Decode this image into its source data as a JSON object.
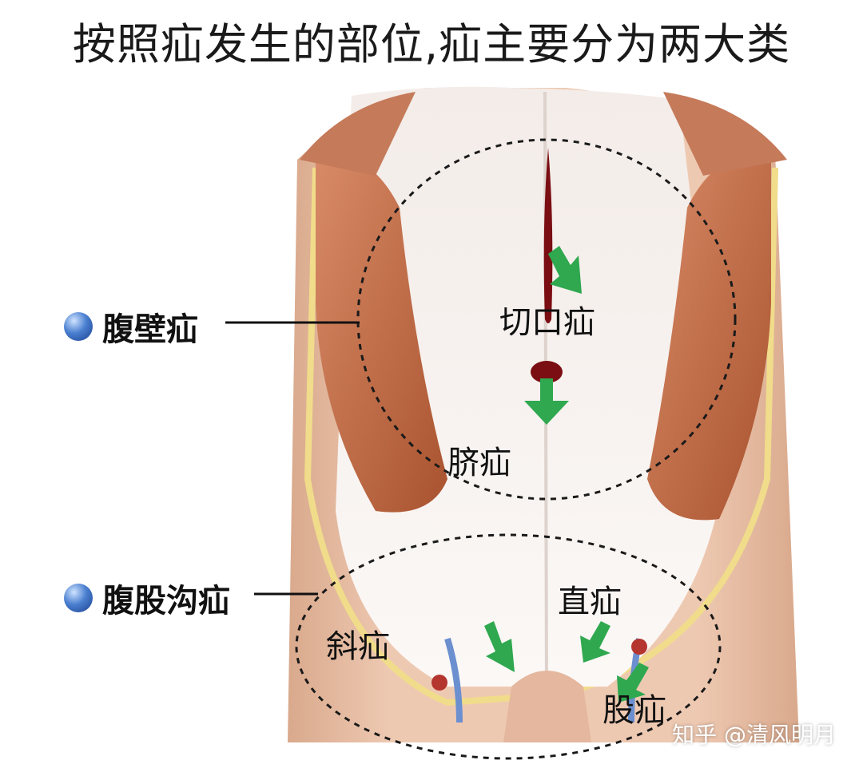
{
  "title": "按照疝发生的部位,疝主要分为两大类",
  "categories": {
    "abdominal_wall": "腹壁疝",
    "inguinal": "腹股沟疝"
  },
  "labels": {
    "incisional": "切口疝",
    "umbilical": "脐疝",
    "direct": "直疝",
    "indirect": "斜疝",
    "femoral": "股疝"
  },
  "watermark": "知乎 @清风明月",
  "colors": {
    "skin": "#eec9b2",
    "muscle": "#c06a48",
    "fascia": "#f5f2f0",
    "arrow": "#2fa84f",
    "wound": "#7a0e12",
    "bullet": "#3b6fc4"
  }
}
